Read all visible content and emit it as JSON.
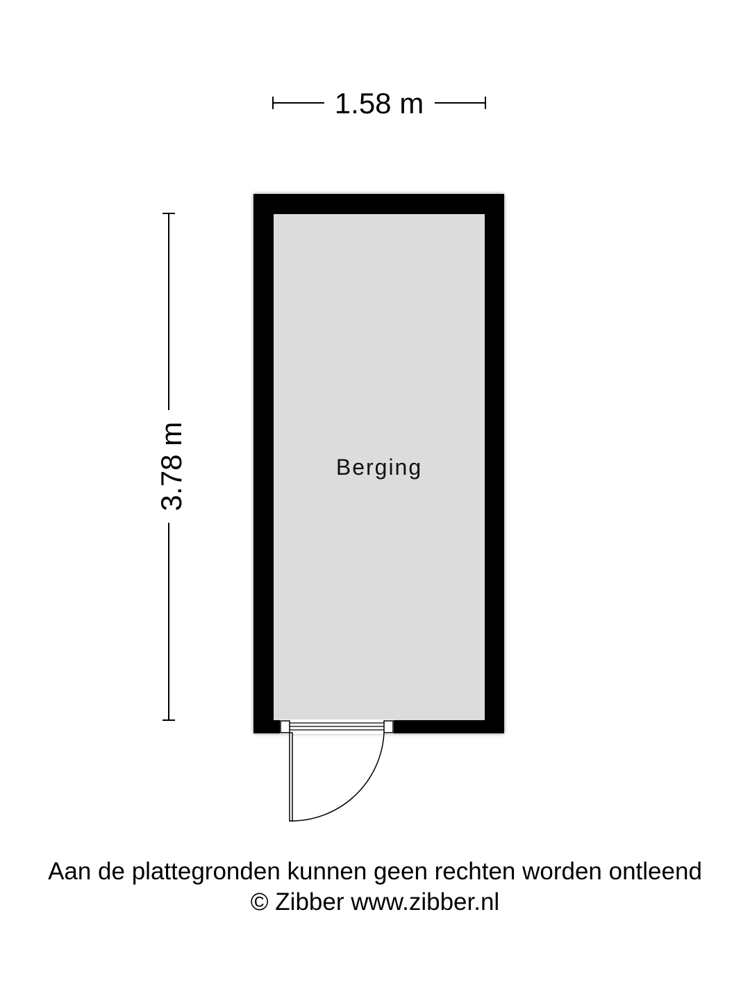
{
  "dimensions": {
    "width_label": "1.58 m",
    "height_label": "3.78 m"
  },
  "room": {
    "name": "Berging"
  },
  "footer": {
    "disclaimer": "Aan de plattegronden kunnen geen rechten worden ontleend",
    "credit": "© Zibber www.zibber.nl"
  },
  "colors": {
    "wall": "#000000",
    "floor": "#dcdcdc",
    "background": "#ffffff"
  }
}
